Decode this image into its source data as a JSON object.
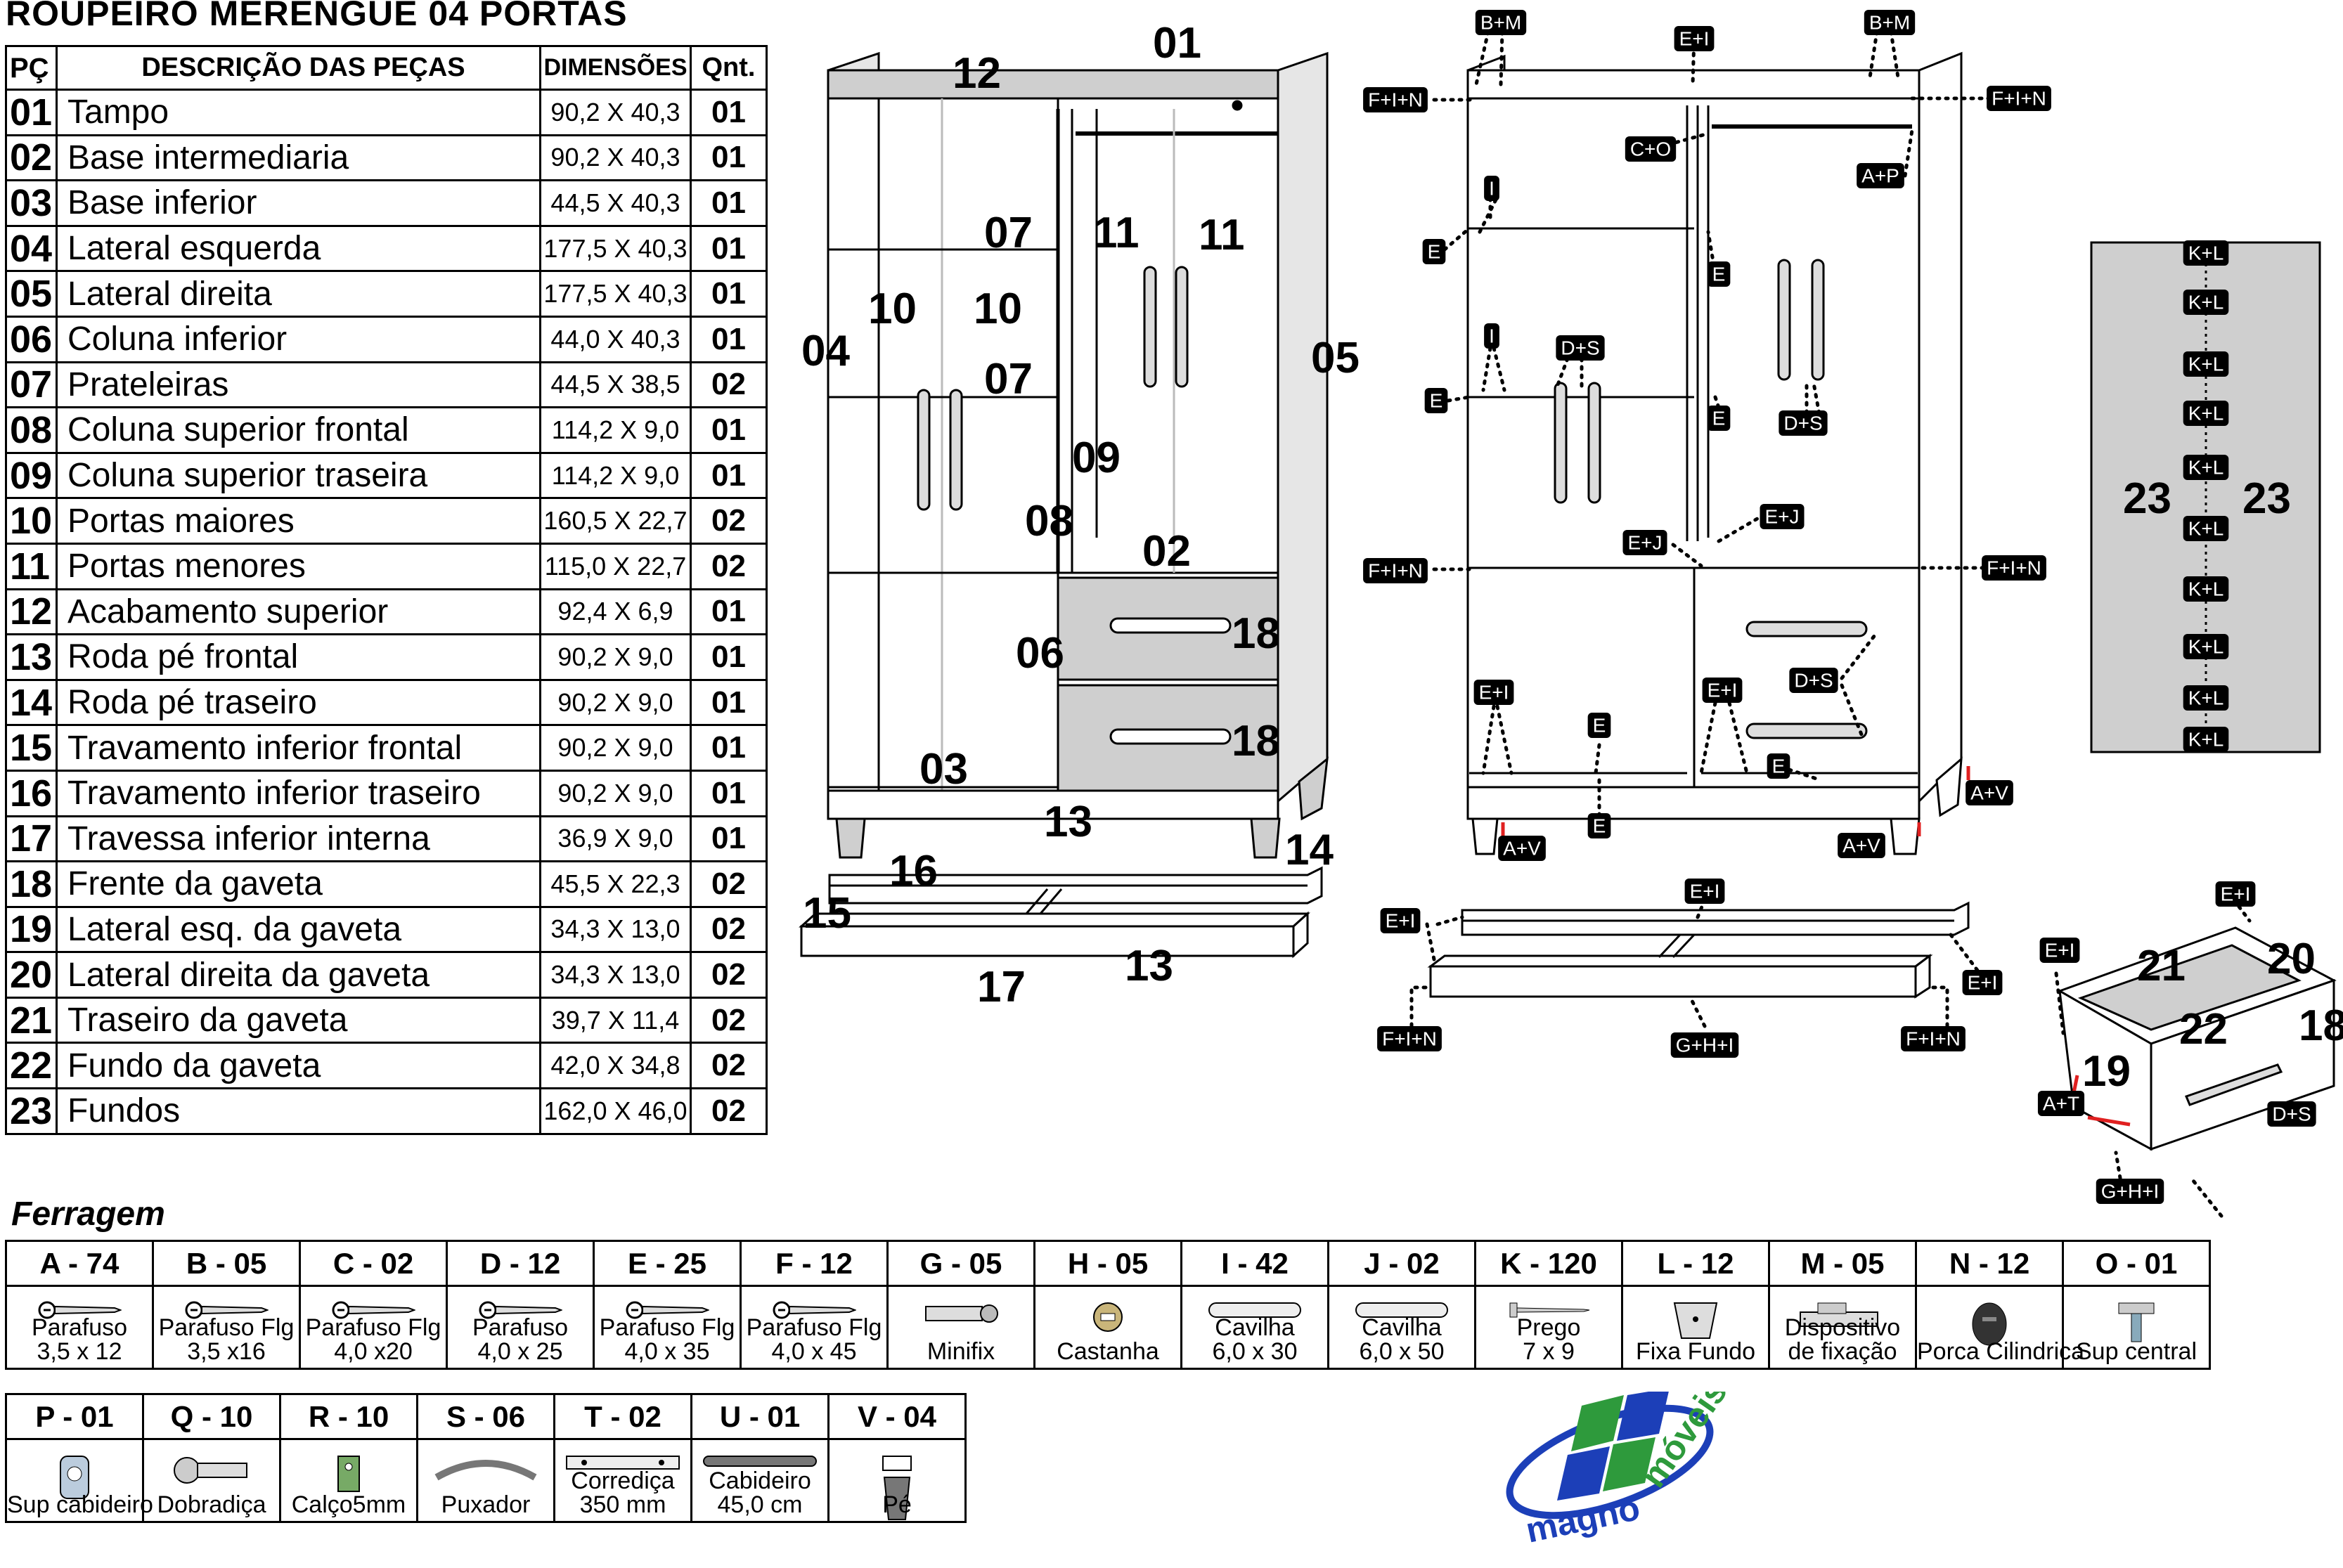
{
  "title": "ROUPEIRO MERENGUE 04 PORTAS",
  "parts_table": {
    "headers": {
      "number": "PÇ",
      "description": "DESCRIÇÃO DAS PEÇAS",
      "dimensions": "DIMENSÕES",
      "quantity": "Qnt."
    },
    "rows": [
      {
        "number": "01",
        "description": "Tampo",
        "dimensions": "90,2 X 40,3",
        "quantity": "01"
      },
      {
        "number": "02",
        "description": "Base intermediaria",
        "dimensions": "90,2 X 40,3",
        "quantity": "01"
      },
      {
        "number": "03",
        "description": "Base inferior",
        "dimensions": "44,5 X 40,3",
        "quantity": "01"
      },
      {
        "number": "04",
        "description": "Lateral esquerda",
        "dimensions": "177,5 X 40,3",
        "quantity": "01"
      },
      {
        "number": "05",
        "description": "Lateral direita",
        "dimensions": "177,5 X 40,3",
        "quantity": "01"
      },
      {
        "number": "06",
        "description": "Coluna inferior",
        "dimensions": "44,0 X 40,3",
        "quantity": "01"
      },
      {
        "number": "07",
        "description": "Prateleiras",
        "dimensions": "44,5 X 38,5",
        "quantity": "02"
      },
      {
        "number": "08",
        "description": "Coluna superior frontal",
        "dimensions": "114,2 X 9,0",
        "quantity": "01"
      },
      {
        "number": "09",
        "description": "Coluna superior traseira",
        "dimensions": "114,2 X 9,0",
        "quantity": "01"
      },
      {
        "number": "10",
        "description": "Portas maiores",
        "dimensions": "160,5 X 22,7",
        "quantity": "02"
      },
      {
        "number": "11",
        "description": "Portas menores",
        "dimensions": "115,0 X 22,7",
        "quantity": "02"
      },
      {
        "number": "12",
        "description": "Acabamento superior",
        "dimensions": "92,4 X 6,9",
        "quantity": "01"
      },
      {
        "number": "13",
        "description": "Roda pé frontal",
        "dimensions": "90,2 X 9,0",
        "quantity": "01"
      },
      {
        "number": "14",
        "description": "Roda pé traseiro",
        "dimensions": "90,2 X 9,0",
        "quantity": "01"
      },
      {
        "number": "15",
        "description": "Travamento inferior frontal",
        "dimensions": "90,2 X 9,0",
        "quantity": "01"
      },
      {
        "number": "16",
        "description": "Travamento inferior traseiro",
        "dimensions": "90,2 X 9,0",
        "quantity": "01"
      },
      {
        "number": "17",
        "description": "Travessa inferior interna",
        "dimensions": "36,9 X 9,0",
        "quantity": "01"
      },
      {
        "number": "18",
        "description": "Frente da gaveta",
        "dimensions": "45,5 X 22,3",
        "quantity": "02"
      },
      {
        "number": "19",
        "description": "Lateral esq. da gaveta",
        "dimensions": "34,3 X 13,0",
        "quantity": "02"
      },
      {
        "number": "20",
        "description": "Lateral direita da gaveta",
        "dimensions": "34,3 X 13,0",
        "quantity": "02"
      },
      {
        "number": "21",
        "description": "Traseiro da gaveta",
        "dimensions": "39,7 X 11,4",
        "quantity": "02"
      },
      {
        "number": "22",
        "description": "Fundo da gaveta",
        "dimensions": "42,0 X 34,8",
        "quantity": "02"
      },
      {
        "number": "23",
        "description": "Fundos",
        "dimensions": "162,0 X 46,0",
        "quantity": "02"
      }
    ]
  },
  "front_view_labels": {
    "p01": "01",
    "p12": "12",
    "p07a": "07",
    "p07b": "07",
    "p11a": "11",
    "p11b": "11",
    "p10a": "10",
    "p10b": "10",
    "p04": "04",
    "p05": "05",
    "p09": "09",
    "p08": "08",
    "p02": "02",
    "p06": "06",
    "p18a": "18",
    "p18b": "18",
    "p03": "03",
    "p13a": "13",
    "p14": "14",
    "p16": "16",
    "p15": "15",
    "p17": "17",
    "p13b": "13"
  },
  "assembly_tags": {
    "bm1": "B+M",
    "ei1": "E+I",
    "bm2": "B+M",
    "fin1": "F+I+N",
    "fin2": "F+I+N",
    "co": "C+O",
    "ap": "A+P",
    "i1": "I",
    "e1": "E",
    "e2": "E",
    "i2": "I",
    "ds1": "D+S",
    "e3": "E",
    "e4": "E",
    "ds2": "D+S",
    "ej1": "E+J",
    "ej2": "E+J",
    "fin3": "F+I+N",
    "fin4": "F+I+N",
    "ds3": "D+S",
    "ei2": "E+I",
    "ei3": "E+I",
    "e5": "E",
    "e6": "E",
    "e7": "E",
    "av1": "A+V",
    "av2": "A+V",
    "av3": "A+V",
    "ei4": "E+I",
    "ei5": "E+I",
    "ei6": "E+I",
    "fin5": "F+I+N",
    "ghi1": "G+H+I",
    "fin6": "F+I+N",
    "ei7": "E+I",
    "ei8": "E+I",
    "at": "A+T",
    "ds4": "D+S",
    "ghi2": "G+H+I",
    "kl": "K+L"
  },
  "back_panel_labels": {
    "left": "23",
    "right": "23"
  },
  "drawer_labels": {
    "p21": "21",
    "p20": "20",
    "p22": "22",
    "p18": "18",
    "p19": "19"
  },
  "hardware_title": "Ferragem",
  "hardware": [
    {
      "code": "A - 74",
      "name": "Parafuso",
      "size": "3,5 x 12",
      "icon": "screw-icon"
    },
    {
      "code": "B - 05",
      "name": "Parafuso Flg",
      "size": "3,5 x16",
      "icon": "screw-icon"
    },
    {
      "code": "C - 02",
      "name": "Parafuso Flg",
      "size": "4,0 x20",
      "icon": "screw-icon"
    },
    {
      "code": "D - 12",
      "name": "Parafuso",
      "size": "4,0 x 25",
      "icon": "screw-icon"
    },
    {
      "code": "E - 25",
      "name": "Parafuso Flg",
      "size": "4,0 x 35",
      "icon": "screw-icon"
    },
    {
      "code": "F - 12",
      "name": "Parafuso Flg",
      "size": "4,0 x 45",
      "icon": "screw-icon"
    },
    {
      "code": "G - 05",
      "name": "Minifix",
      "size": "",
      "icon": "minifix-icon"
    },
    {
      "code": "H - 05",
      "name": "Castanha",
      "size": "",
      "icon": "castanha-icon"
    },
    {
      "code": "I - 42",
      "name": "Cavilha",
      "size": "6,0 x 30",
      "icon": "dowel-icon"
    },
    {
      "code": "J - 02",
      "name": "Cavilha",
      "size": "6,0 x 50",
      "icon": "dowel-icon"
    },
    {
      "code": "K - 120",
      "name": "Prego",
      "size": "7 x 9",
      "icon": "nail-icon"
    },
    {
      "code": "L - 12",
      "name": "Fixa Fundo",
      "size": "",
      "icon": "back-clip-icon"
    },
    {
      "code": "M - 05",
      "name": "Dispositivo",
      "size": "de fixação",
      "icon": "fixing-device-icon"
    },
    {
      "code": "N - 12",
      "name": "Porca Cilindrica",
      "size": "",
      "icon": "cylinder-nut-icon"
    },
    {
      "code": "O - 01",
      "name": "Sup central",
      "size": "",
      "icon": "central-support-icon"
    },
    {
      "code": "P - 01",
      "name": "Sup cabideiro",
      "size": "",
      "icon": "rod-support-icon"
    },
    {
      "code": "Q - 10",
      "name": "Dobradiça",
      "size": "",
      "icon": "hinge-icon"
    },
    {
      "code": "R - 10",
      "name": "Calço5mm",
      "size": "",
      "icon": "shim-icon"
    },
    {
      "code": "S - 06",
      "name": "Puxador",
      "size": "",
      "icon": "handle-icon"
    },
    {
      "code": "T -  02",
      "name": "Corrediça",
      "size": "350 mm",
      "icon": "drawer-slide-icon"
    },
    {
      "code": "U -  01",
      "name": "Cabideiro",
      "size": "45,0 cm",
      "icon": "hanging-rod-icon"
    },
    {
      "code": "V -  04",
      "name": "Pé",
      "size": "",
      "icon": "foot-icon"
    }
  ],
  "brand": {
    "name_left": "magno",
    "name_right": "móveis",
    "colors": {
      "green": "#2e9a3c",
      "blue": "#1c3fb8"
    }
  },
  "colors": {
    "panel_gray": "#cfcfcf",
    "light_gray": "#e6e6e6",
    "tag_black": "#000000",
    "arrow_red": "#e02020"
  }
}
